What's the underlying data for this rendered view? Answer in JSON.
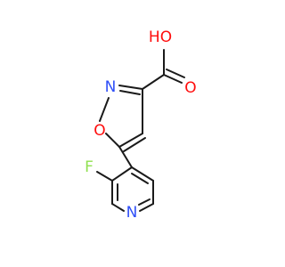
{
  "molecule": {
    "atoms": {
      "hydroxyl": {
        "symbol": "HO",
        "color": "#ff0d0d"
      },
      "carbonyl_oxygen": {
        "symbol": "O",
        "color": "#ff0d0d"
      },
      "ring_nitrogen": {
        "symbol": "N",
        "color": "#3050f8"
      },
      "ring_oxygen": {
        "symbol": "O",
        "color": "#ff0d0d"
      },
      "fluorine": {
        "symbol": "F",
        "color": "#90e050"
      },
      "pyridine_nitrogen": {
        "symbol": "N",
        "color": "#3050f8"
      }
    },
    "bond_color": "#1a1a1a"
  }
}
